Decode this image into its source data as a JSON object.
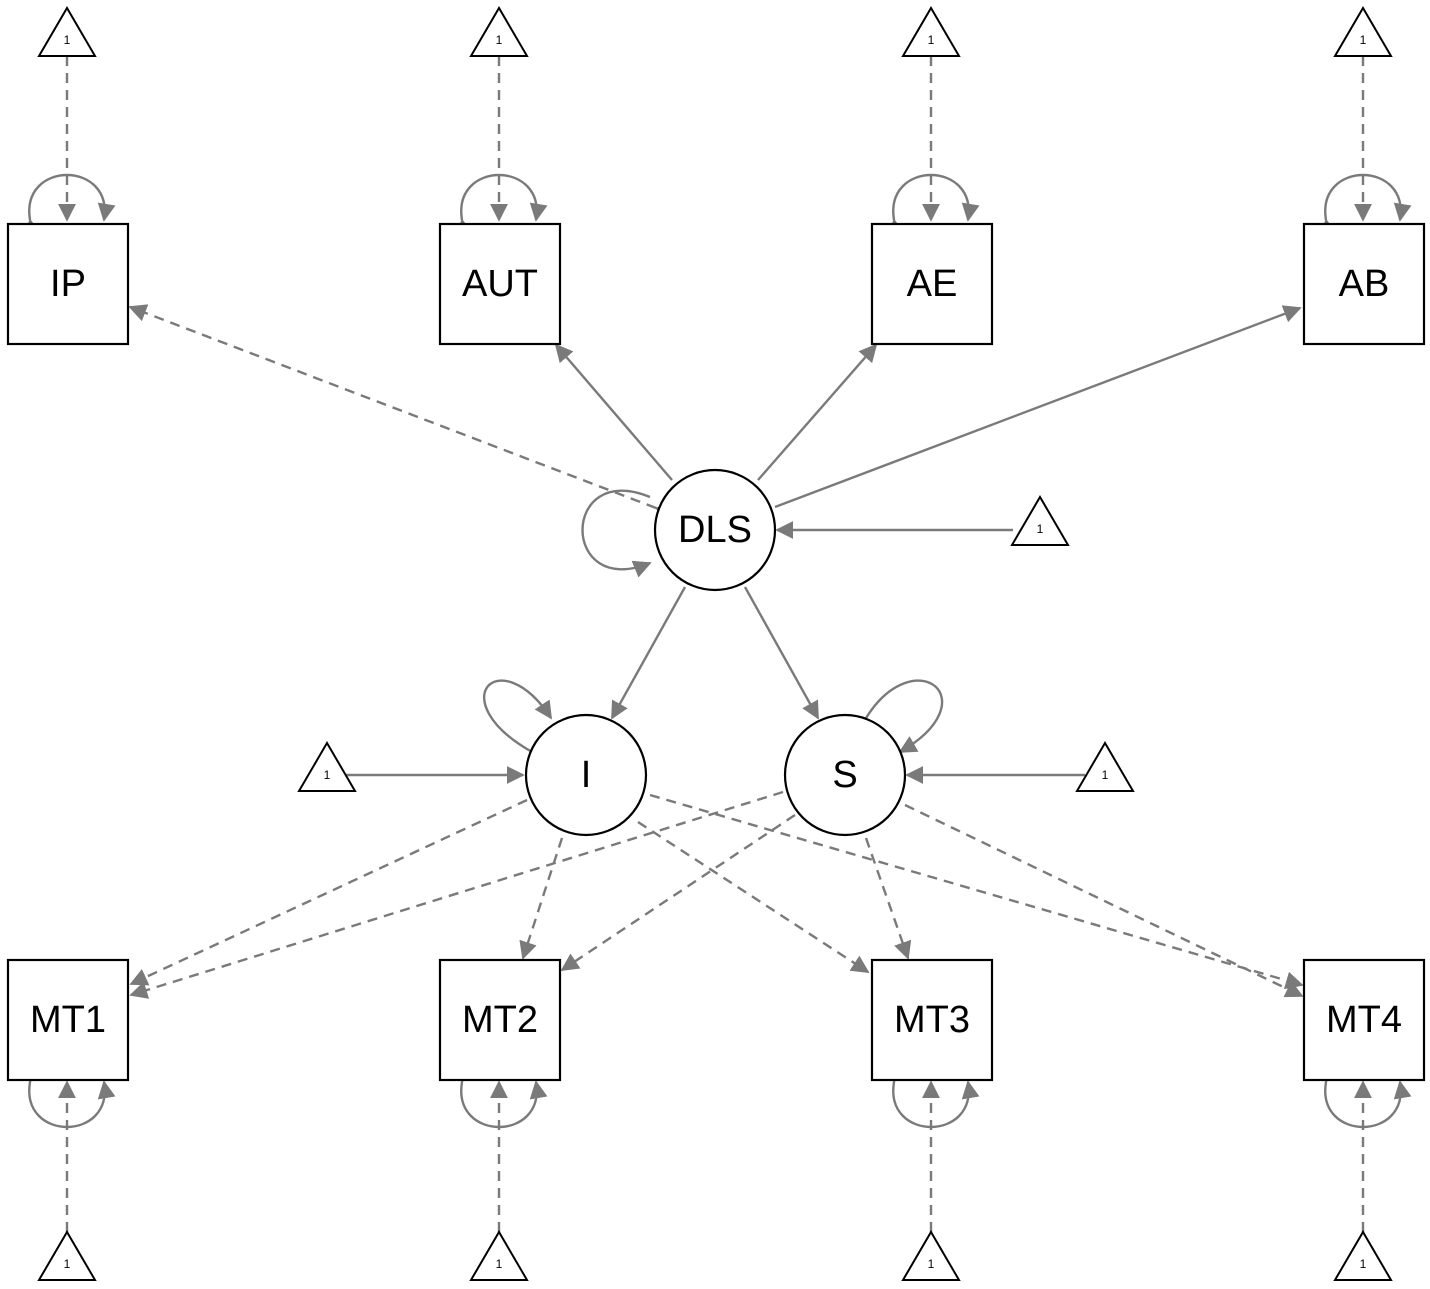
{
  "diagram": {
    "observed": {
      "ip": "IP",
      "aut": "AUT",
      "ae": "AE",
      "ab": "AB",
      "mt1": "MT1",
      "mt2": "MT2",
      "mt3": "MT3",
      "mt4": "MT4"
    },
    "latent": {
      "dls": "DLS",
      "i": "I",
      "s": "S"
    },
    "constant_label": "1",
    "edge_color": "#7a7a7a"
  }
}
